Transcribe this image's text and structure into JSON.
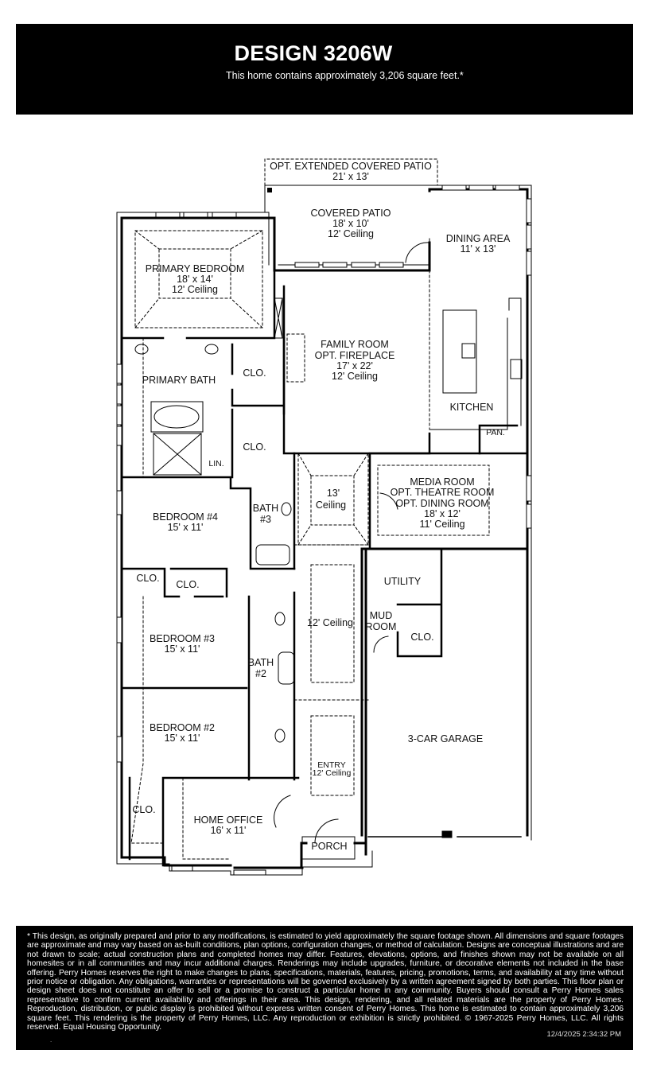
{
  "header": {
    "title": "DESIGN 3206W",
    "subtitle": "This home contains approximately 3,206 square feet.*"
  },
  "floor_plan": {
    "rooms": {
      "opt_patio": {
        "name": "OPT. EXTENDED COVERED PATIO",
        "size": "21' x 13'"
      },
      "covered_patio": {
        "name": "COVERED PATIO",
        "size": "18' x 10'",
        "ceiling": "12' Ceiling"
      },
      "dining_area": {
        "name": "DINING AREA",
        "size": "11' x 13'"
      },
      "primary_bedroom": {
        "name": "PRIMARY BEDROOM",
        "size": "18' x 14'",
        "ceiling": "12' Ceiling"
      },
      "family_room": {
        "name": "FAMILY ROOM",
        "option": "OPT. FIREPLACE",
        "size": "17' x 22'",
        "ceiling": "12' Ceiling"
      },
      "primary_bath": {
        "name": "PRIMARY BATH"
      },
      "primary_closet_1": {
        "name": "CLO."
      },
      "primary_closet_2": {
        "name": "CLO."
      },
      "linen": {
        "name": "LIN."
      },
      "kitchen": {
        "name": "KITCHEN"
      },
      "pantry": {
        "name": "PAN."
      },
      "hall_13": {
        "line1": "13'",
        "line2": "Ceiling"
      },
      "media_room": {
        "name": "MEDIA ROOM",
        "option1": "OPT. THEATRE ROOM",
        "option2": "OPT. DINING ROOM",
        "size": "18' x 12'",
        "ceiling": "11' Ceiling"
      },
      "bedroom_4": {
        "name": "BEDROOM #4",
        "size": "15' x 11'"
      },
      "bath_3": {
        "line1": "BATH",
        "line2": "#3"
      },
      "closet_b4a": {
        "name": "CLO."
      },
      "closet_b4b": {
        "name": "CLO."
      },
      "utility": {
        "name": "UTILITY"
      },
      "hall_12": {
        "ceiling": "12' Ceiling"
      },
      "mud_room": {
        "line1": "MUD",
        "line2": "ROOM"
      },
      "mud_closet": {
        "name": "CLO."
      },
      "bedroom_3": {
        "name": "BEDROOM #3",
        "size": "15' x 11'"
      },
      "bath_2": {
        "line1": "BATH",
        "line2": "#2"
      },
      "bedroom_2": {
        "name": "BEDROOM #2",
        "size": "15' x 11'"
      },
      "garage": {
        "name": "3-CAR GARAGE"
      },
      "entry": {
        "name": "ENTRY",
        "ceiling": "12' Ceiling"
      },
      "closet_b2": {
        "name": "CLO."
      },
      "home_office": {
        "name": "HOME OFFICE",
        "size": "16' x 11'"
      },
      "porch": {
        "name": "PORCH"
      }
    }
  },
  "footer": {
    "disclaimer": "* This design, as originally prepared and prior to any modifications, is estimated to yield approximately the square footage shown. All dimensions and square footages are approximate and may vary based on as-built conditions, plan options, configuration changes, or method of calculation. Designs are conceptual illustrations and are not drawn to scale; actual construction plans and completed homes may differ. Features, elevations, options, and finishes shown may not be available on all homesites or in all communities and may incur additional charges. Renderings may include upgrades, furniture, or decorative elements not included in the base offering. Perry Homes reserves the right to make changes to plans, specifications, materials, features, pricing, promotions, terms, and availability at any time without prior notice or obligation. Any obligations, warranties or representations will be governed exclusively by a written agreement signed by both parties. This floor plan or design sheet does not constitute an offer to sell or a promise to construct a particular home in any community. Buyers should consult a Perry Homes sales representative to confirm current availability and offerings in their area. This design, rendering, and all related materials are the property of Perry Homes. Reproduction, distribution, or public display is prohibited without express written consent of Perry Homes. This home is estimated to contain approximately 3,206 square feet. This rendering is the property of Perry Homes, LLC. Any reproduction or exhibition is strictly prohibited. © 1967-2025 Perry Homes, LLC. All rights reserved. Equal Housing Opportunity.",
    "timestamp": "12/4/2025 2:34:32 PM",
    "dot": "."
  }
}
